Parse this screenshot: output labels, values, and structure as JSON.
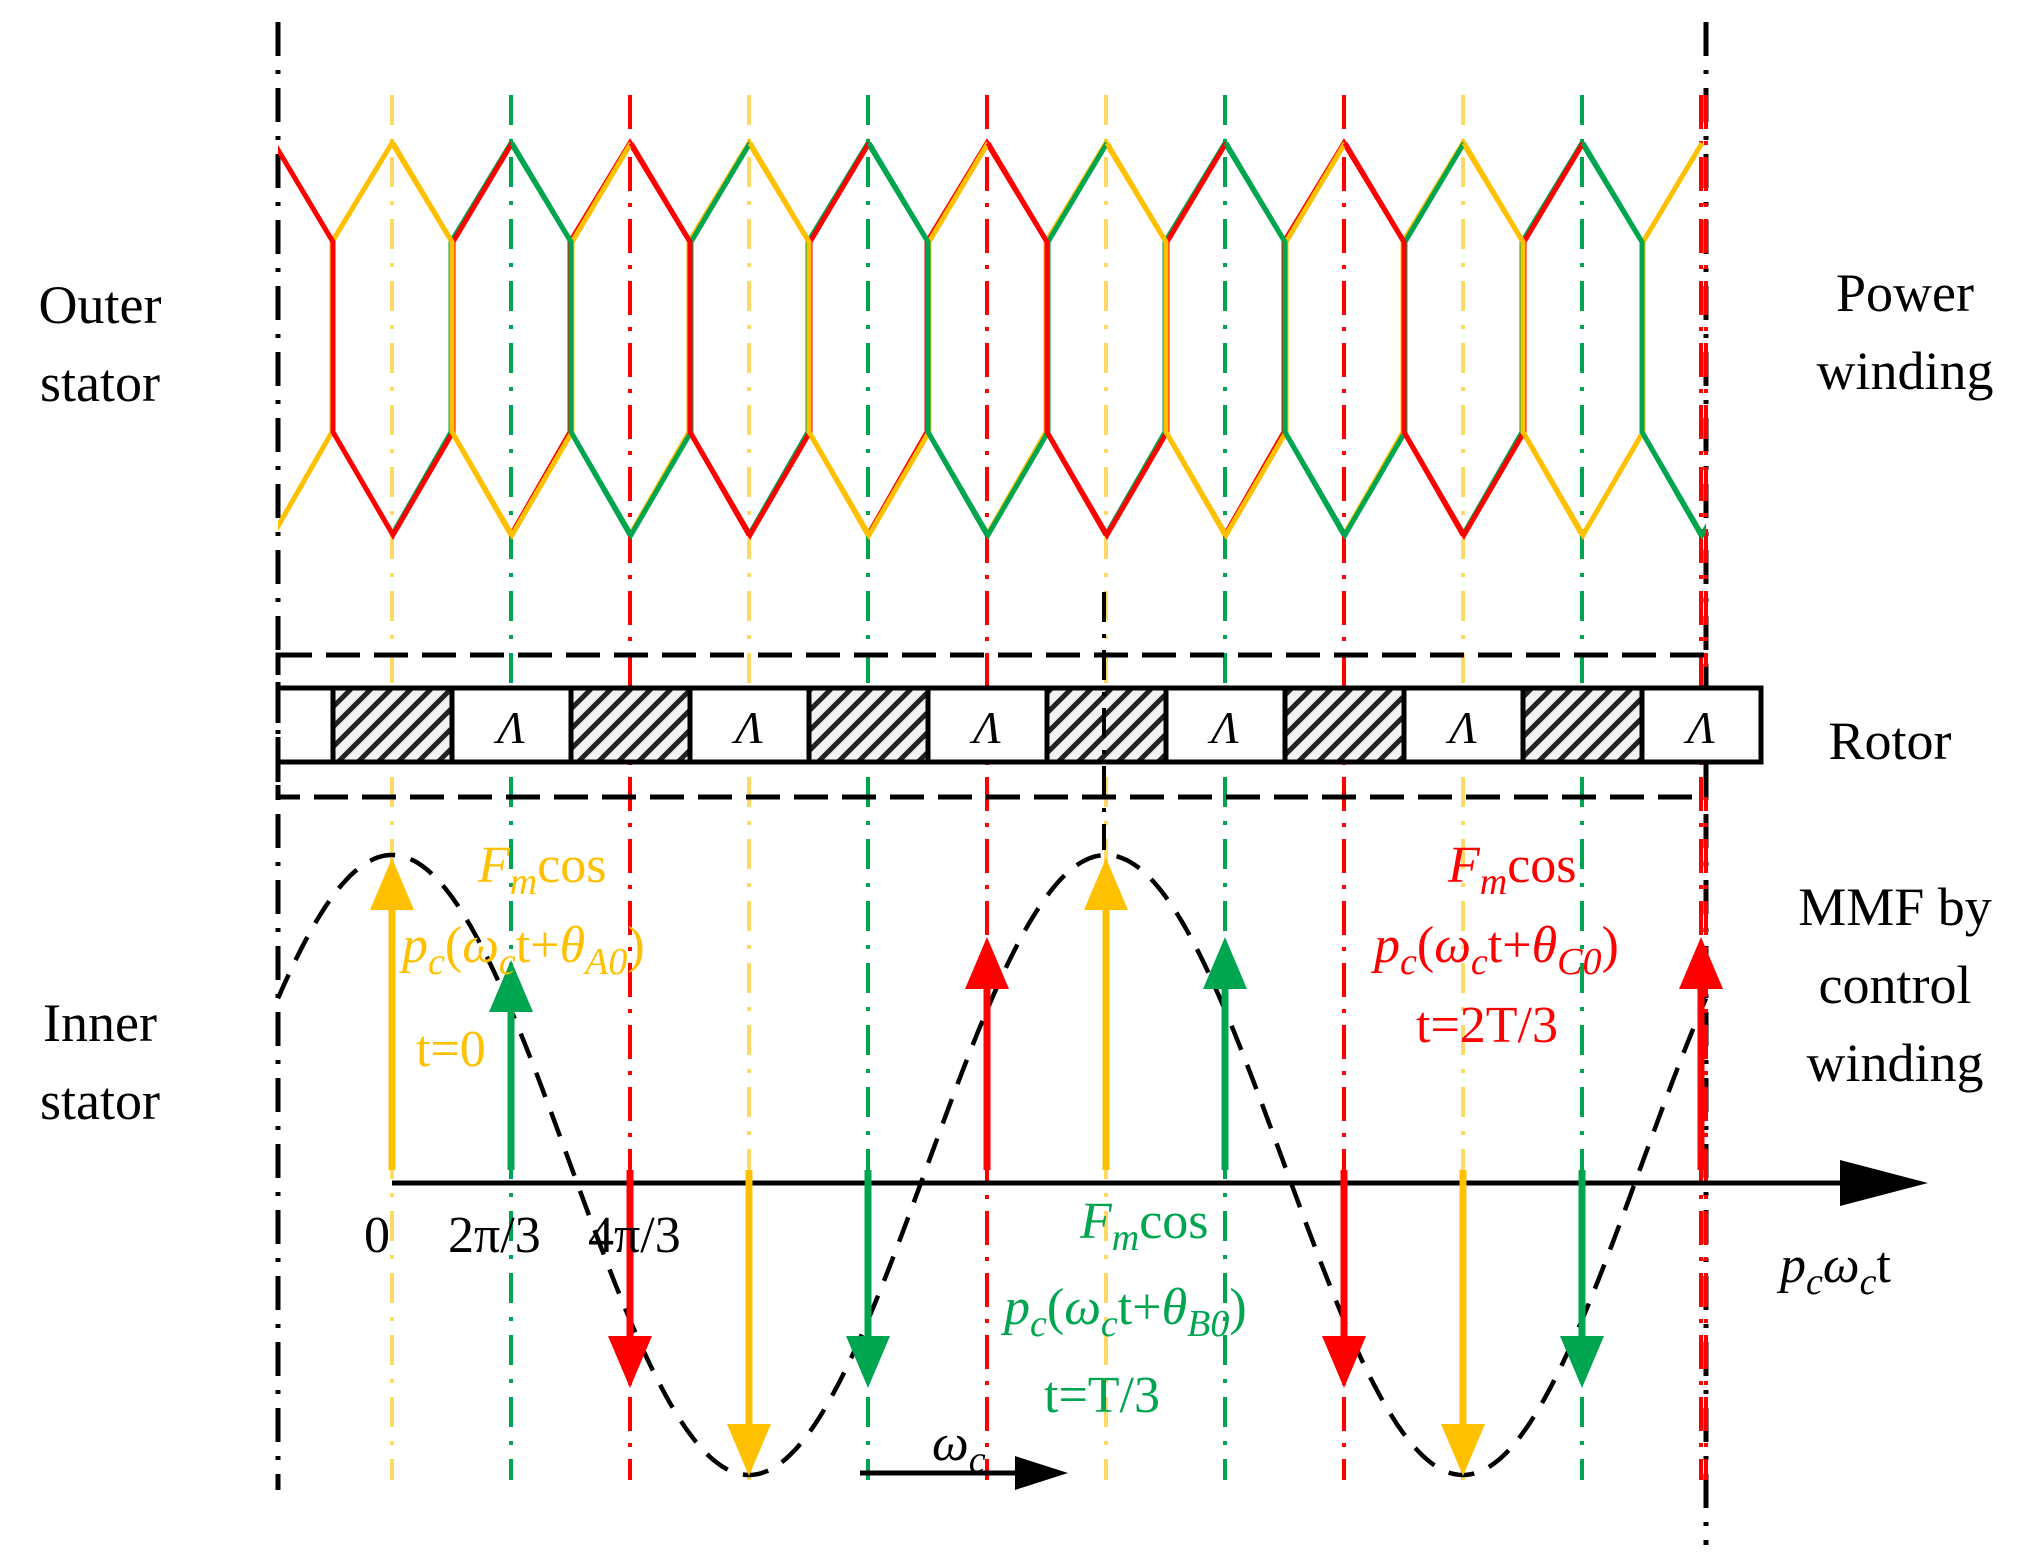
{
  "labels": {
    "outer_stator": [
      "Outer",
      "stator"
    ],
    "power_winding": [
      "Power",
      "winding"
    ],
    "rotor": "Rotor",
    "mmf": [
      "MMF by",
      "control",
      "winding"
    ],
    "inner_stator": [
      "Inner",
      "stator"
    ]
  },
  "slot_label": "Λ",
  "axis": {
    "ticks": [
      "0",
      "2π/3",
      "4π/3"
    ],
    "x_label": {
      "p": "p",
      "c1": "c",
      "omega": "ω",
      "c2": "c",
      "t": "t"
    },
    "omega_label": {
      "omega": "ω",
      "c": "c"
    }
  },
  "formulas": {
    "A": {
      "F": "F",
      "m": "m",
      "cos": "cos",
      "p": "p",
      "c": "c",
      "paren_open": "(",
      "omega": "ω",
      "c2": "c",
      "t_plus": "t+",
      "theta": "θ",
      "sub": "A0",
      "paren_close": ")",
      "time": "t=0"
    },
    "B": {
      "F": "F",
      "m": "m",
      "cos": "cos",
      "p": "p",
      "c": "c",
      "paren_open": "(",
      "omega": "ω",
      "c2": "c",
      "t_plus": "t+",
      "theta": "θ",
      "sub": "B0",
      "paren_close": ")",
      "time": "t=T/3"
    },
    "C": {
      "F": "F",
      "m": "m",
      "cos": "cos",
      "p": "p",
      "c": "c",
      "paren_open": "(",
      "omega": "ω",
      "c2": "c",
      "t_plus": "t+",
      "theta": "θ",
      "sub": "C0",
      "paren_close": ")",
      "time": "t=2T/3"
    }
  },
  "colors": {
    "phase_A": "#FFC000",
    "phase_B": "#00A550",
    "phase_C": "#FF0000",
    "ink": "#000000"
  }
}
